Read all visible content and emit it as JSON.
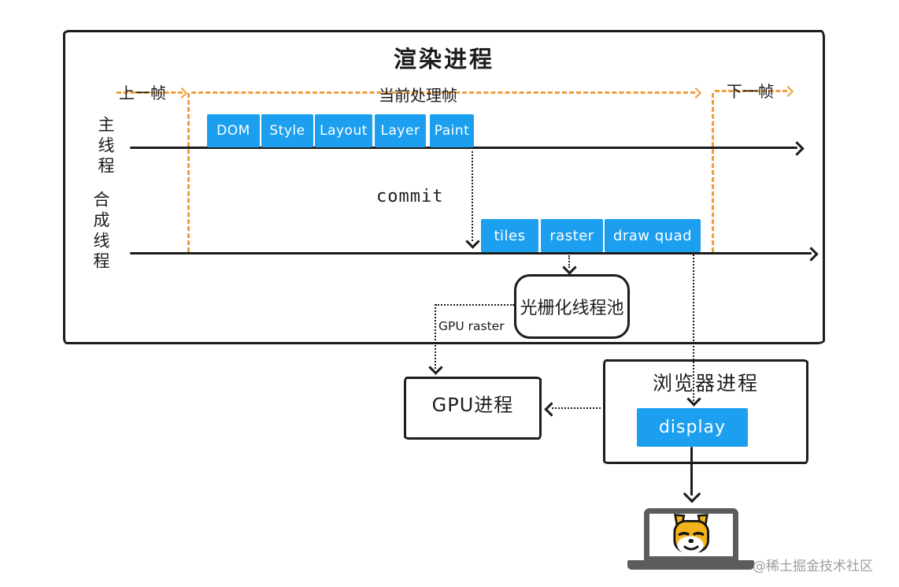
{
  "colors": {
    "blue": "#1D9FF0",
    "orange": "#F09D3C",
    "ink": "#1C1C1C",
    "laptop-gray": "#5C5C5C",
    "watermark-gray": "#9E9E9E"
  },
  "title": "渲染进程",
  "timeline": {
    "prev_frame": "上一帧",
    "current_frame": "当前处理帧",
    "next_frame": "下一帧"
  },
  "threads": {
    "main_label": "主线程",
    "composite_label": "合成线程"
  },
  "main_stages": [
    "DOM",
    "Style",
    "Layout",
    "Layer",
    "Paint"
  ],
  "composite_stages": [
    "tiles",
    "raster",
    "draw quad"
  ],
  "labels": {
    "commit": "commit",
    "gpu_raster": "GPU raster"
  },
  "nodes": {
    "raster_pool": "光栅化线程池",
    "gpu_process": "GPU进程",
    "browser_process": "浏览器进程",
    "display": "display"
  },
  "watermark": "@稀土掘金技术社区"
}
